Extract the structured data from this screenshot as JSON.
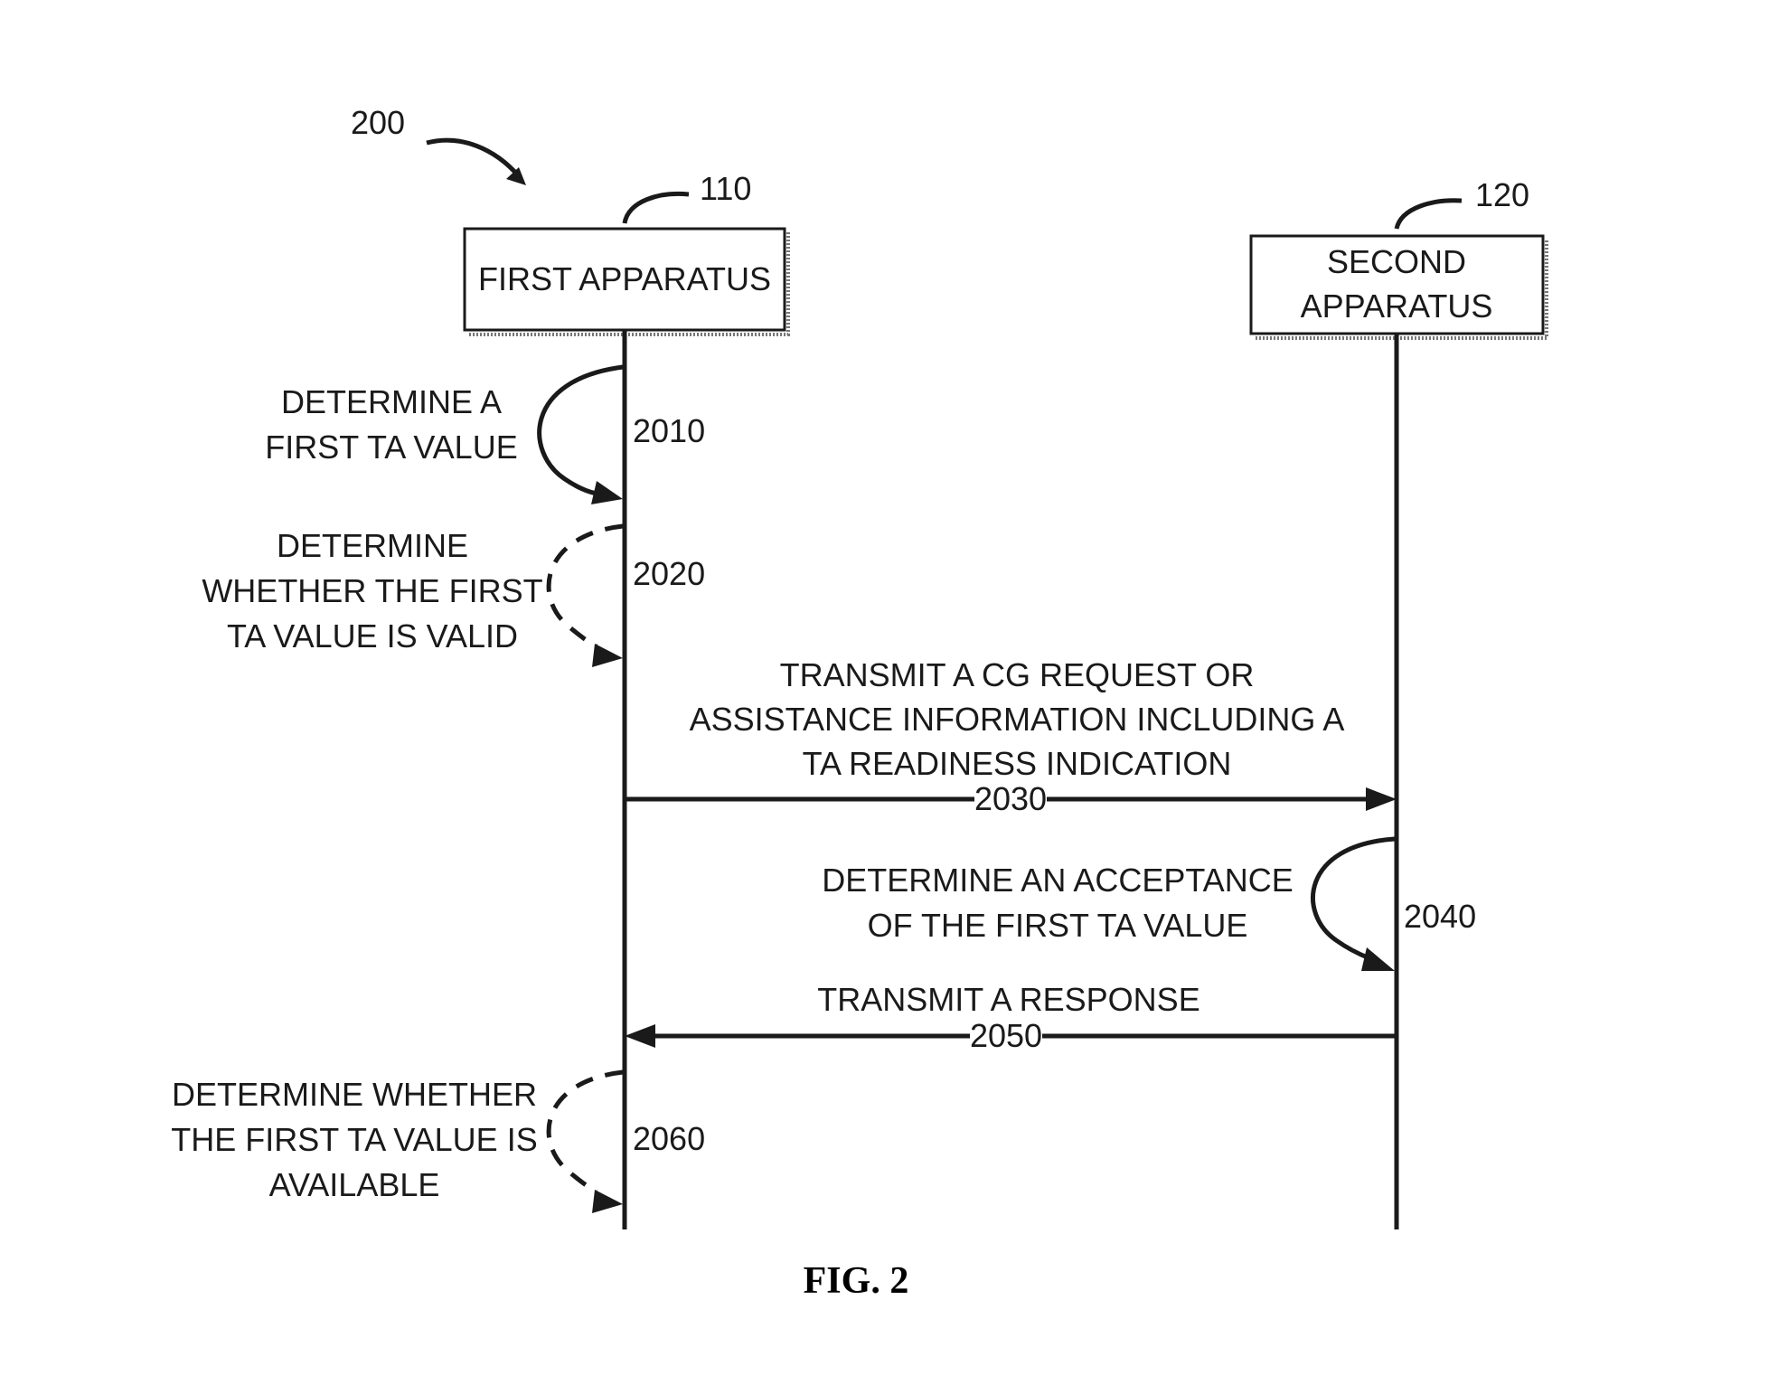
{
  "figure": {
    "ref": "200",
    "caption": "FIG. 2"
  },
  "participants": [
    {
      "ref": "110",
      "label_lines": [
        "FIRST APPARATUS"
      ]
    },
    {
      "ref": "120",
      "label_lines": [
        "SECOND",
        "APPARATUS"
      ]
    }
  ],
  "steps": [
    {
      "ref": "2010",
      "kind": "self",
      "style": "solid",
      "participant": 0,
      "label_lines": [
        "DETERMINE A",
        "FIRST TA VALUE"
      ]
    },
    {
      "ref": "2020",
      "kind": "self",
      "style": "dashed",
      "participant": 0,
      "label_lines": [
        "DETERMINE",
        "WHETHER THE FIRST",
        "TA VALUE IS VALID"
      ]
    },
    {
      "ref": "2030",
      "kind": "message",
      "from": 0,
      "to": 1,
      "label_lines": [
        "TRANSMIT A CG REQUEST OR",
        "ASSISTANCE INFORMATION INCLUDING A",
        "TA READINESS INDICATION"
      ]
    },
    {
      "ref": "2040",
      "kind": "self",
      "style": "solid",
      "participant": 1,
      "label_lines": [
        "DETERMINE AN ACCEPTANCE",
        "OF THE FIRST TA VALUE"
      ]
    },
    {
      "ref": "2050",
      "kind": "message",
      "from": 1,
      "to": 0,
      "label_lines": [
        "TRANSMIT A RESPONSE"
      ]
    },
    {
      "ref": "2060",
      "kind": "self",
      "style": "dashed",
      "participant": 0,
      "label_lines": [
        "DETERMINE WHETHER",
        "THE FIRST TA VALUE IS",
        "AVAILABLE"
      ]
    }
  ]
}
